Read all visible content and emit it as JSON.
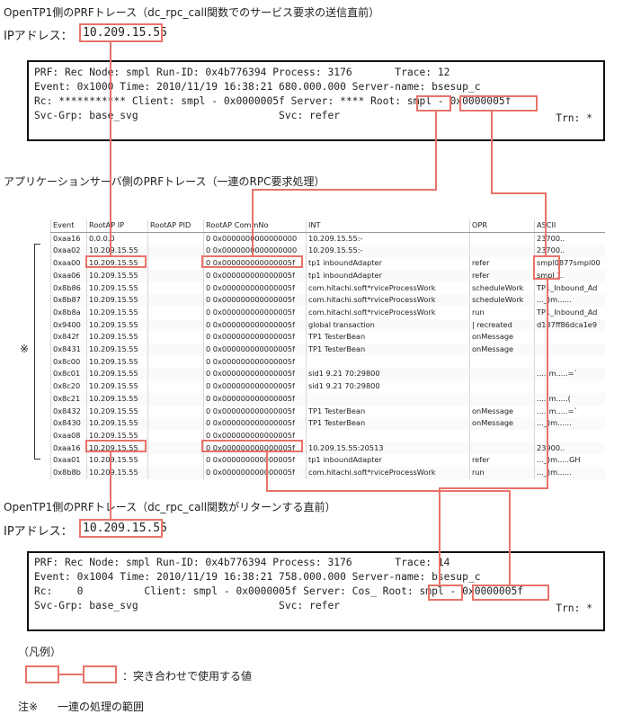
{
  "top": {
    "heading": "OpenTP1側のPRFトレース（dc_rpc_call関数でのサービス要求の送信直前）",
    "ip_label": "IPアドレス：",
    "ip_value": "10.209.15.55",
    "lines": [
      "PRF: Rec Node: smpl Run-ID: 0x4b776394 Process: 3176       Trace: 12",
      "Event: 0x1000 Time: 2010/11/19 16:38:21 680.000.000 Server-name: bsesup_c",
      "Rc: *********** Client: smpl - 0x0000005f Server: **** Root: smpl - 0x0000005f",
      "Svc-Grp: base_svg                       Svc: refer"
    ],
    "trn": "Trn: *"
  },
  "middle": {
    "heading": "アプリケーションサーバ側のPRFトレース（一連のRPC要求処理）",
    "columns": [
      "Event",
      "RootAP IP",
      "RootAP PID",
      "RootAP CommNo",
      "INT",
      "OPR",
      "ASCII"
    ],
    "rows": [
      [
        "0xaa16",
        "0.0.0.0",
        "",
        "0 0x0000000000000000",
        "10.209.15.55:-",
        "",
        "23700.."
      ],
      [
        "0xaa02",
        "10.209.15.55",
        "",
        "0 0x0000000000000000",
        "10.209.15.55:-",
        "",
        "23700.."
      ],
      [
        "0xaa00",
        "10.209.15.55",
        "",
        "0 0x000000000000005f",
        "tp1 inboundAdapter",
        "refer",
        "smpl0877smpl00"
      ],
      [
        "0xaa06",
        "10.209.15.55",
        "",
        "0 0x000000000000005f",
        "tp1 inboundAdapter",
        "refer",
        "smpl 1."
      ],
      [
        "0x8b86",
        "10.209.15.55",
        "",
        "0 0x000000000000005f",
        "com.hitachi.soft*rviceProcessWork",
        "scheduleWork",
        "TP1_Inbound_Ad"
      ],
      [
        "0x8b87",
        "10.209.15.55",
        "",
        "0 0x000000000000005f",
        "com.hitachi.soft*rviceProcessWork",
        "scheduleWork",
        "..._)m......"
      ],
      [
        "0x8b8a",
        "10.209.15.55",
        "",
        "0 0x000000000000005f",
        "com.hitachi.soft*rviceProcessWork",
        "run",
        "TP1_Inbound_Ad"
      ],
      [
        "0x9400",
        "10.209.15.55",
        "",
        "0 0x000000000000005f",
        "global transaction",
        "| recreated",
        "d137ff86dca1e9"
      ],
      [
        "0x842f",
        "10.209.15.55",
        "",
        "0 0x000000000000005f",
        "TP1 TesterBean",
        "onMessage",
        ""
      ],
      [
        "0x8431",
        "10.209.15.55",
        "",
        "0 0x000000000000005f",
        "TP1 TesterBean",
        "onMessage",
        ""
      ],
      [
        "0x8c00",
        "10.209.15.55",
        "",
        "0 0x000000000000005f",
        "",
        "",
        ""
      ],
      [
        "0x8c01",
        "10.209.15.55",
        "",
        "0 0x000000000000005f",
        "sid1 9.21 70:29800",
        "",
        "....)m.....=`"
      ],
      [
        "0x8c20",
        "10.209.15.55",
        "",
        "0 0x000000000000005f",
        "sid1 9.21 70:29800",
        "",
        ""
      ],
      [
        "0x8c21",
        "10.209.15.55",
        "",
        "0 0x000000000000005f",
        "",
        "",
        "....)m.....("
      ],
      [
        "0x8432",
        "10.209.15.55",
        "",
        "0 0x000000000000005f",
        "TP1 TesterBean",
        "onMessage",
        "....)m.....=`"
      ],
      [
        "0x8430",
        "10.209.15.55",
        "",
        "0 0x000000000000005f",
        "TP1 TesterBean",
        "onMessage",
        "..._)m......"
      ],
      [
        "0xaa08",
        "10.209.15.55",
        "",
        "0 0x000000000000005f",
        "",
        "",
        ""
      ],
      [
        "0xaa16",
        "10.209.15.55",
        "",
        "0 0x000000000000005f",
        "10.209.15.55:20513",
        "",
        "23900.."
      ],
      [
        "0xaa01",
        "10.209.15.55",
        "",
        "0 0x000000000000005f",
        "tp1 inboundAdapter",
        "refer",
        "..._)m.....GH"
      ],
      [
        "0x8b8b",
        "10.209.15.55",
        "",
        "0 0x000000000000005f",
        "com.hitachi.soft*rviceProcessWork",
        "run",
        "..._)m......"
      ]
    ],
    "bracket_mark": "※"
  },
  "bottom": {
    "heading": "OpenTP1側のPRFトレース（dc_rpc_call関数がリターンする直前）",
    "ip_label": "IPアドレス：",
    "ip_value": "10.209.15.55",
    "lines": [
      "PRF: Rec Node: smpl Run-ID: 0x4b776394 Process: 3176       Trace: 14",
      "Event: 0x1004 Time: 2010/11/19 16:38:21 758.000.000 Server-name: bsesup_c",
      "Rc:    0          Client: smpl - 0x0000005f Server: Cos_ Root: smpl - 0x0000005f",
      "Svc-Grp: base_svg                       Svc: refer"
    ],
    "trn": "Trn: *"
  },
  "legend": {
    "title": "（凡例）",
    "desc": "：突き合わせで使用する値"
  },
  "note": {
    "label": "注※",
    "text": "一連の処理の範囲"
  },
  "colors": {
    "highlight": "#e8736a",
    "box_border": "#111111"
  }
}
